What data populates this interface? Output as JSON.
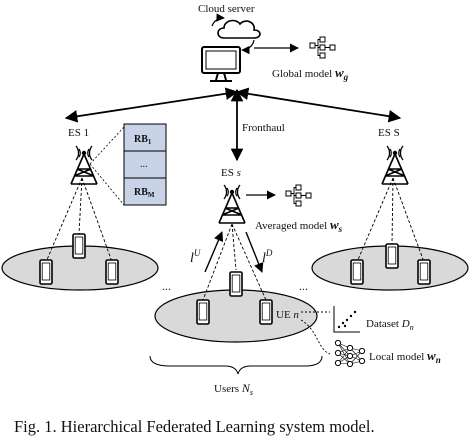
{
  "labels": {
    "cloud_server": "Cloud server",
    "global_model_text": "Global model ",
    "global_model_var": "w",
    "global_model_sub": "g",
    "fronthaul": "Fronthaul",
    "es_left": "ES 1",
    "es_mid_prefix": "ES ",
    "es_mid_var": "s",
    "es_right": "ES S",
    "averaged_model_text": "Averaged model ",
    "averaged_model_var": "w",
    "averaged_model_sub": "s",
    "uplink_var": "l",
    "uplink_sup": "U",
    "downlink_var": "l",
    "downlink_sup": "D",
    "ue_prefix": "UE ",
    "ue_var": "n",
    "dataset_text": "Dataset ",
    "dataset_var": "D",
    "dataset_sub": "n",
    "local_model_text": "Local model ",
    "local_model_var": "w",
    "local_model_sub": "n",
    "users_text": "Users ",
    "users_var": "N",
    "users_sub": "s",
    "ellipsis": "...",
    "rb_first": "RB",
    "rb_first_sub": "1",
    "rb_mid": "...",
    "rb_last": "RB",
    "rb_last_sub": "M"
  },
  "caption": "Fig. 1.  Hierarchical Federated Learning system model.",
  "colors": {
    "rb_fill": "#c9d3e8",
    "ellipse_fill": "#d9d9d9",
    "line": "#000000"
  },
  "icons": [
    "cloud-icon",
    "computer-icon",
    "tower-icon",
    "phone-icon",
    "tree-model-icon",
    "neural-network-icon",
    "scatter-dataset-icon"
  ]
}
